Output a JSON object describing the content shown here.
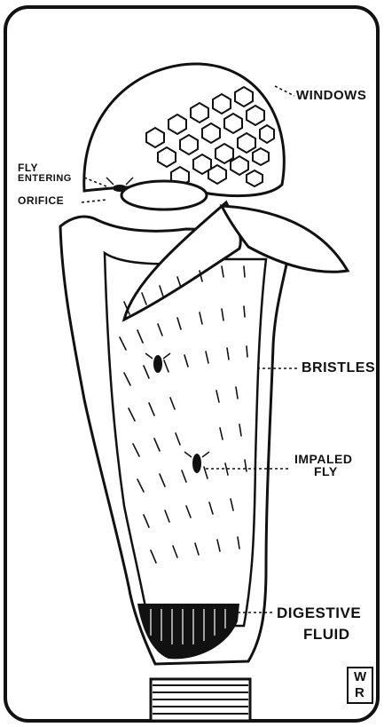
{
  "labels": {
    "windows": "WINDOWS",
    "fly_entering_line1": "FLY",
    "fly_entering_line2": "ENTERING",
    "orifice": "ORIFICE",
    "bristles": "BRISTLES",
    "impaled_line1": "IMPALED",
    "impaled_line2": "FLY",
    "digestive_line1": "DIGESTIVE",
    "digestive_line2": "FLUID"
  },
  "monogram": {
    "line1": "W",
    "line2": "R"
  },
  "colors": {
    "ink": "#111111",
    "paper": "#ffffff"
  }
}
